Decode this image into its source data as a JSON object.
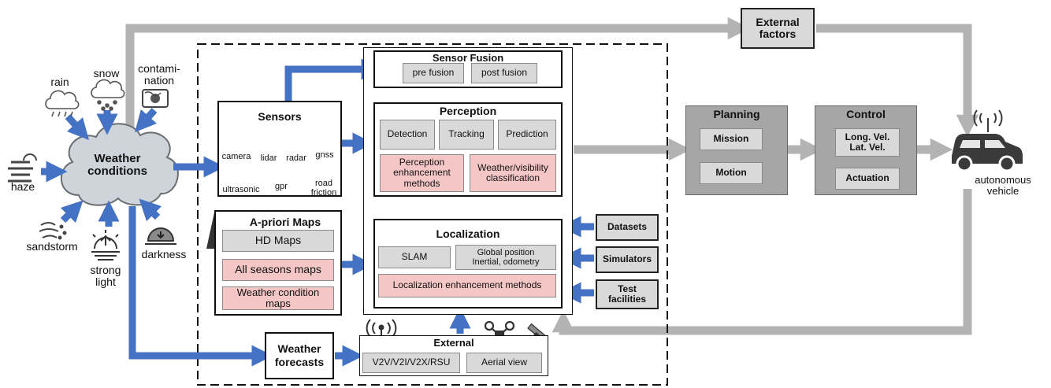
{
  "external_factors": "External\nfactors",
  "weather": {
    "center": "Weather\nconditions",
    "rain": "rain",
    "snow": "snow",
    "contamination": "contami-\nnation",
    "haze": "haze",
    "sandstorm": "sandstorm",
    "strong_light": "strong\nlight",
    "darkness": "darkness"
  },
  "sensors": {
    "title": "Sensors",
    "camera": "camera",
    "lidar": "lidar",
    "radar": "radar",
    "gnss": "gnss",
    "ultrasonic": "ultrasonic",
    "gpr": "gpr",
    "road_friction": "road\nfriction"
  },
  "maps": {
    "title": "A-priori Maps",
    "hd": "HD Maps",
    "all_seasons": "All seasons maps",
    "weather_condition": "Weather condition\nmaps"
  },
  "weather_forecasts": "Weather\nforecasts",
  "sensor_fusion": {
    "title": "Sensor Fusion",
    "pre": "pre fusion",
    "post": "post fusion"
  },
  "perception": {
    "title": "Perception",
    "detection": "Detection",
    "tracking": "Tracking",
    "prediction": "Prediction",
    "enhancement": "Perception\nenhancement\nmethods",
    "classification": "Weather/visibility\nclassification"
  },
  "localization": {
    "title": "Localization",
    "slam": "SLAM",
    "global": "Global position\nInertial, odometry",
    "enhancement": "Localization enhancement methods"
  },
  "external": {
    "title": "External",
    "v2x": "V2V/V2I/V2X/RSU",
    "aerial": "Aerial view"
  },
  "side_inputs": {
    "datasets": "Datasets",
    "simulators": "Simulators",
    "test": "Test\nfacilities"
  },
  "planning": {
    "title": "Planning",
    "mission": "Mission",
    "motion": "Motion"
  },
  "control": {
    "title": "Control",
    "vel": "Long. Vel.\nLat. Vel.",
    "actuation": "Actuation"
  },
  "vehicle": "autonomous\nvehicle",
  "colors": {
    "blue": "#4472c4",
    "gray_arrow": "#b3b3b3",
    "pink": "#f5c6c6",
    "box_gray": "#d9d9d9",
    "dark_gray": "#a6a6a6"
  }
}
